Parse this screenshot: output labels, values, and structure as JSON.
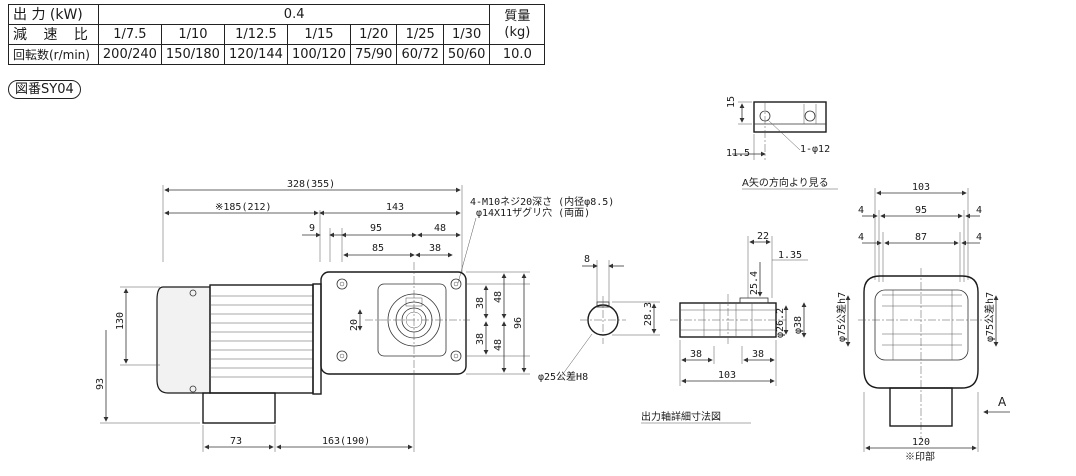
{
  "spec_table": {
    "output_label": "出 力 (kW)",
    "output_value": "0.4",
    "ratio_label": "減 速 比",
    "ratios": [
      "1/7.5",
      "1/10",
      "1/12.5",
      "1/15",
      "1/20",
      "1/25",
      "1/30"
    ],
    "rpm_label": "回転数(r/min)",
    "rpms": [
      "200/240",
      "150/180",
      "120/144",
      "100/120",
      "75/90",
      "60/72",
      "50/60"
    ],
    "mass_label_1": "質量",
    "mass_label_2": "(kg)",
    "mass_value": "10.0"
  },
  "figure_label": "図番SY04",
  "arrow_view": {
    "d15": "15",
    "d11_5": "11.5",
    "hole": "1-φ12",
    "caption": "A矢の方向より見る"
  },
  "main_view": {
    "d328": "328(355)",
    "d185": "※185(212)",
    "d143": "143",
    "d9": "9",
    "d95": "95",
    "d48": "48",
    "d85": "85",
    "d38": "38",
    "d130": "130",
    "d93": "93",
    "d20": "20",
    "d38v_a": "38",
    "d38v_b": "38",
    "d48v_a": "48",
    "d48v_b": "48",
    "d96": "96",
    "d73": "73",
    "d163": "163(190)",
    "screw_note_1": "4-M10ネジ20深さ (内径φ8.5)",
    "screw_note_2": "φ14X11ザグリ穴 (両面)"
  },
  "shaft_detail": {
    "d8": "8",
    "d28_3": "28.3",
    "bore": "φ25公差H8",
    "d22": "22",
    "d1_35": "1.35",
    "d25_4": "25.4",
    "d26_2": "φ26.2",
    "d38d": "φ38",
    "d38l": "38",
    "d38r": "38",
    "d103": "103",
    "caption": "出力軸詳細寸法図"
  },
  "side_view": {
    "d103": "103",
    "d95": "95",
    "d87": "87",
    "d4a": "4",
    "d4b": "4",
    "d4c": "4",
    "d4d": "4",
    "d75l": "φ75公差h7",
    "d75r": "φ75公差h7",
    "d120": "120",
    "note": "※印部",
    "arrow": "A"
  }
}
